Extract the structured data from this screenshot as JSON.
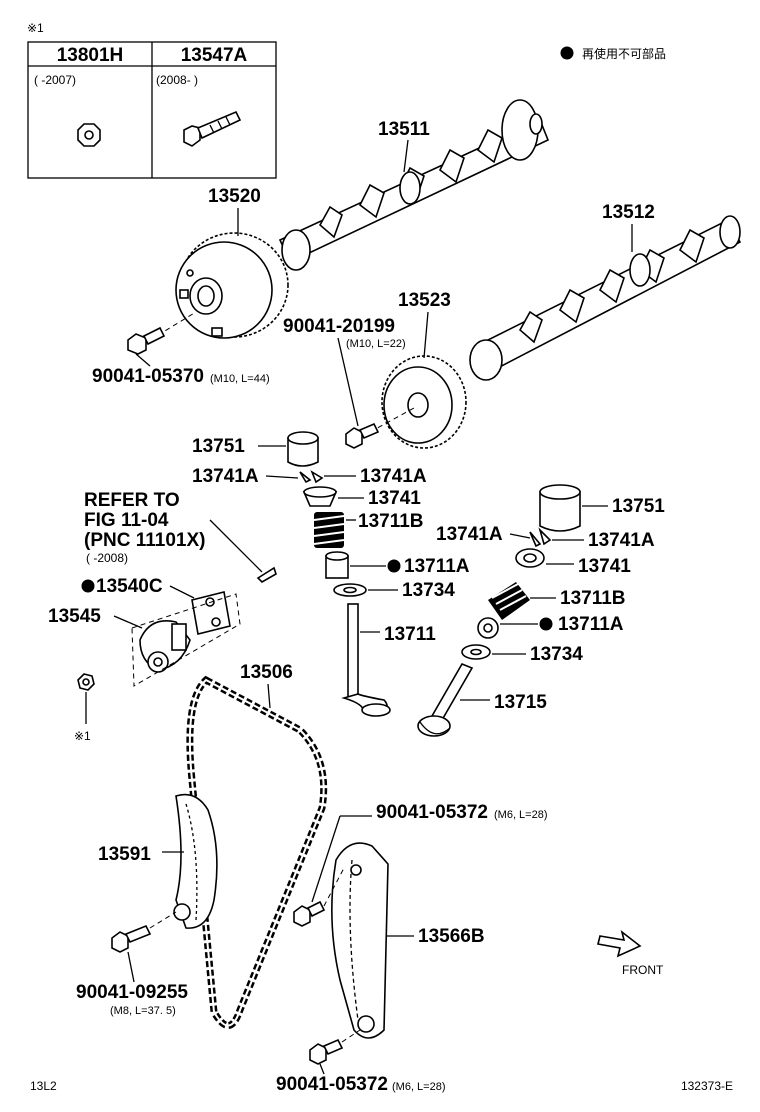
{
  "marker_note": "※1",
  "legend": {
    "dot_text": "再使用不可部品"
  },
  "inset_table": {
    "col1_header": "13801H",
    "col1_range": "(      -2007)",
    "col2_header": "13547A",
    "col2_range": "(2008-       )"
  },
  "labels": {
    "p13511": "13511",
    "p13512": "13512",
    "p13520": "13520",
    "p13523": "13523",
    "p20199": "90041-20199",
    "p20199_spec": "(M10, L=22)",
    "p05370": "90041-05370",
    "p05370_spec": "(M10, L=44)",
    "p13751_left": "13751",
    "p13741A_l1": "13741A",
    "p13741A_l2": "13741A",
    "p13741_left": "13741",
    "p13711B_left": "13711B",
    "p13711A_left": "13711A",
    "p13734_left": "13734",
    "p13711": "13711",
    "p13751_right": "13751",
    "p13741A_r1": "13741A",
    "p13741A_r2": "13741A",
    "p13741_right": "13741",
    "p13711B_right": "13711B",
    "p13711A_right": "13711A",
    "p13734_right": "13734",
    "p13715": "13715",
    "refer1": "REFER TO",
    "refer2": "FIG 11-04",
    "refer3": "(PNC 11101X)",
    "refer4": "(      -2008)",
    "p13540C": "13540C",
    "p13545": "13545",
    "p13506": "13506",
    "p13591": "13591",
    "p05372_top": "90041-05372",
    "p05372_top_spec": "(M6, L=28)",
    "p13566B": "13566B",
    "p09255": "90041-09255",
    "p09255_spec": "(M8, L=37. 5)",
    "p05372_bot": "90041-05372",
    "p05372_bot_spec": "(M6, L=28)",
    "front": "FRONT",
    "marker_bottom": "※1"
  },
  "footer": {
    "left": "13L2",
    "right": "132373-E"
  }
}
